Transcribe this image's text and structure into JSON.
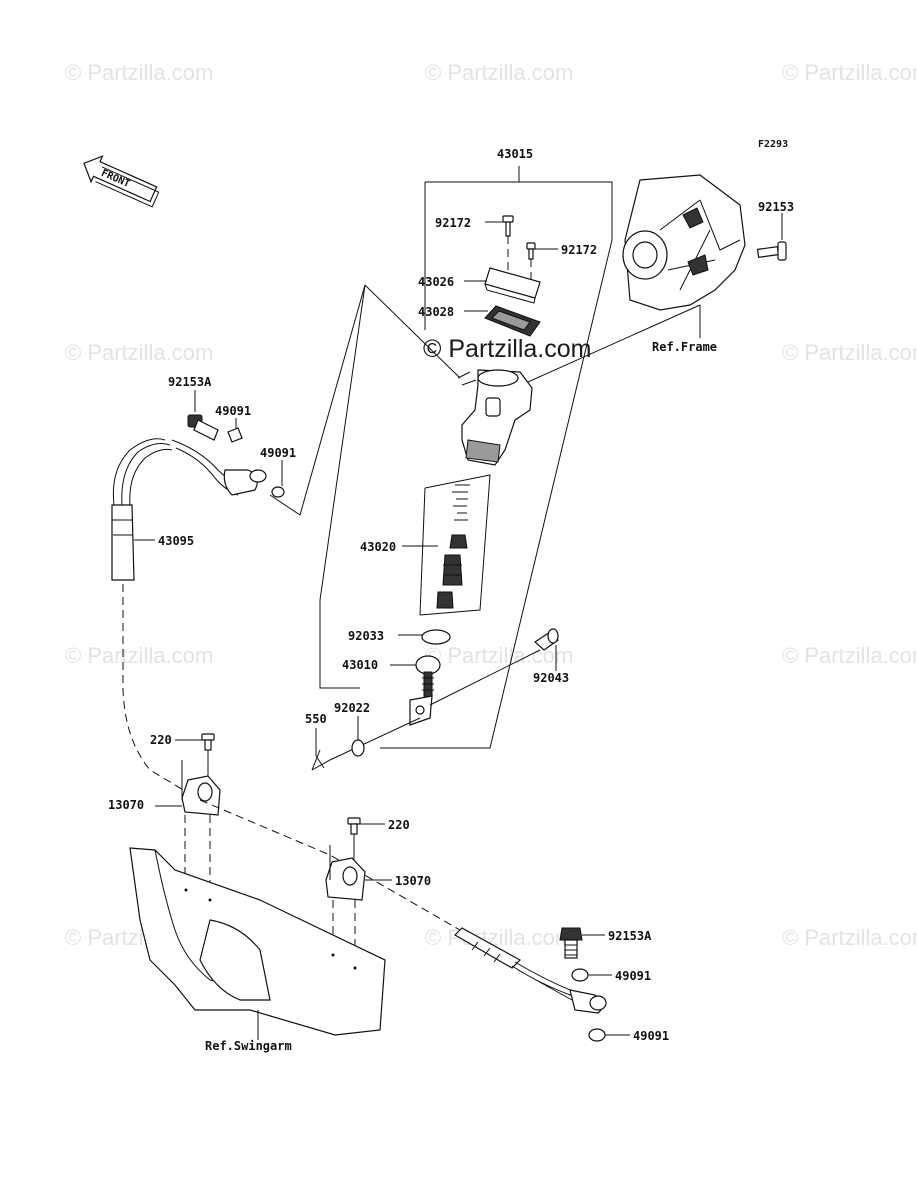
{
  "diagram_code": "F2293",
  "front_label": "FRONT",
  "watermark": "© Partzilla.com",
  "watermark_main": "© Partzilla.com",
  "refs": {
    "frame": "Ref.Frame",
    "swingarm": "Ref.Swingarm"
  },
  "parts": {
    "p43015": "43015",
    "p92172a": "92172",
    "p92172b": "92172",
    "p92153": "92153",
    "p43026": "43026",
    "p43028": "43028",
    "p92153A_top": "92153A",
    "p49091_a": "49091",
    "p49091_b": "49091",
    "p43095": "43095",
    "p43020": "43020",
    "p92033": "92033",
    "p43010": "43010",
    "p92043": "92043",
    "p550": "550",
    "p92022": "92022",
    "p220_a": "220",
    "p13070_a": "13070",
    "p220_b": "220",
    "p13070_b": "13070",
    "p92153A_bot": "92153A",
    "p49091_c": "49091",
    "p49091_d": "49091"
  }
}
